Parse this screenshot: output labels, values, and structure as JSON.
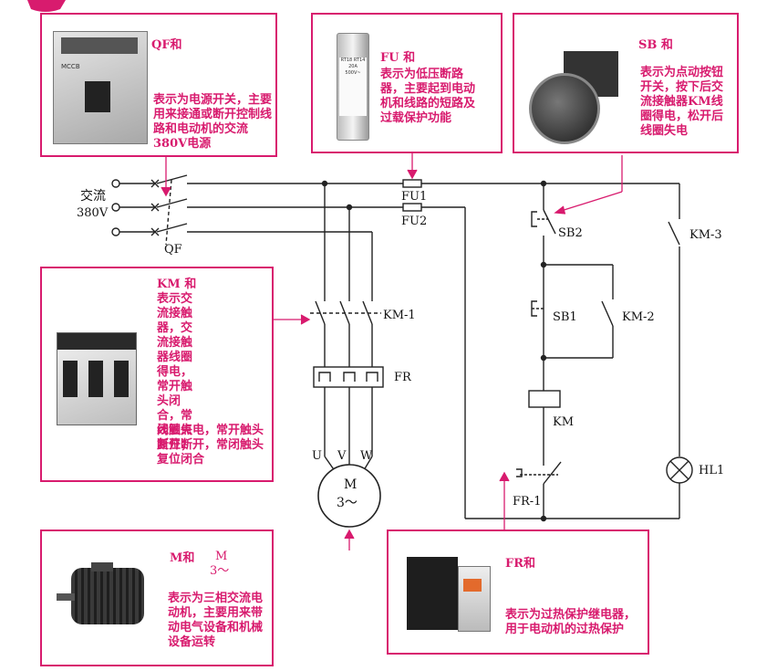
{
  "colors": {
    "accent": "#d81b6e",
    "wire": "#222222"
  },
  "labels": {
    "ac": "交流",
    "voltage": "380V",
    "qf": "QF",
    "fu1": "FU1",
    "fu2": "FU2",
    "sb2": "SB2",
    "km3": "KM-3",
    "sb1": "SB1",
    "km2": "KM-2",
    "km1": "KM-1",
    "fr": "FR",
    "km": "KM",
    "hl1": "HL1",
    "fr1": "FR-1",
    "u": "U",
    "v": "V",
    "w": "W",
    "motor_m": "M",
    "motor_phase": "3～"
  },
  "callouts": {
    "qf": {
      "title": "QF和",
      "text": "表示为电源开关，主要用来接通或断开控制线路和电动机的交流380V电源"
    },
    "fu": {
      "title": "FU 和",
      "text": "表示为低压断路器，主要起到电动机和线路的短路及过载保护功能"
    },
    "sb": {
      "title": "SB 和",
      "text": "表示为点动按钮开关，按下后交流接触器KM线圈得电，松开后线圈失电"
    },
    "km": {
      "title": "KM 和",
      "text_narrow": "表示交流接触器，交流接触器线圈得电，常开触头闭合，常闭触点断开；",
      "text_wide": "线圈失电，常开触头复位断开，常闭触头复位闭合"
    },
    "m": {
      "title": "M和",
      "symbol_m": "M",
      "symbol_phase": "3～",
      "text": "表示为三相交流电动机，主要用来带动电气设备和机械设备运转"
    },
    "fr": {
      "title": "FR和",
      "text": "表示为过热保护继电器，用于电动机的过热保护"
    }
  },
  "photos": {
    "breaker_label": "MCCB",
    "fuse_label_1": "RT18 RT14",
    "fuse_label_2": "20A",
    "fuse_label_3": "500V~"
  }
}
